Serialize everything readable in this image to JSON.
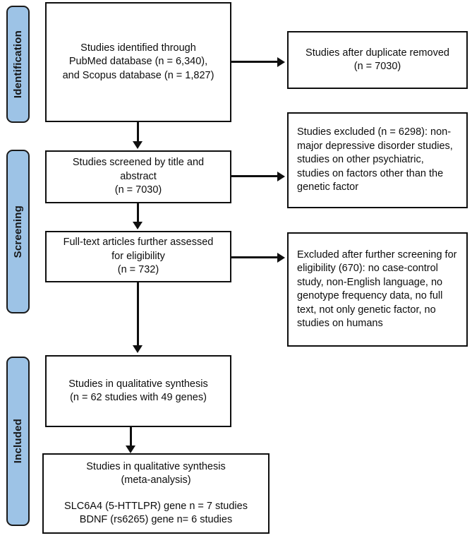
{
  "diagram": {
    "type": "prisma-flow-diagram",
    "colors": {
      "stage_tab_fill": "#9dc3e6",
      "stroke": "#0f0f0f",
      "box_fill": "#ffffff",
      "text": "#0d0d0d"
    }
  },
  "stages": [
    {
      "label": "Identification"
    },
    {
      "label": "Screening"
    },
    {
      "label": "Included"
    }
  ],
  "boxes": {
    "identification": {
      "line1": "Studies identified through",
      "line2": "PubMed database (n = 6,340),",
      "line3": "and Scopus database (n = 1,827)"
    },
    "duplicates_removed": {
      "line1": "Studies after duplicate removed",
      "line2": "(n = 7030)"
    },
    "screened": {
      "line1": "Studies screened by title and",
      "line2": "abstract",
      "line3": "(n = 7030)"
    },
    "excluded_screening": {
      "text": "Studies excluded (n = 6298): non-major depressive disorder studies, studies on other psychiatric, studies on factors other than the genetic factor"
    },
    "fulltext_assessed": {
      "line1": "Full-text articles further assessed",
      "line2": "for eligibility",
      "line3": "(n = 732)"
    },
    "excluded_eligibility": {
      "text": "Excluded after further screening for eligibility (670): no case-control study, non-English language, no genotype frequency data, no full text, not only genetic factor, no studies on humans"
    },
    "qualitative_synthesis": {
      "line1": "Studies in qualitative synthesis",
      "line2": "(n = 62 studies with 49 genes)"
    },
    "meta_analysis": {
      "line1": "Studies in qualitative synthesis",
      "line2": "(meta-analysis)",
      "line3": "SLC6A4 (5-HTTLPR) gene n = 7 studies",
      "line4": "BDNF (rs6265) gene n= 6 studies"
    }
  }
}
